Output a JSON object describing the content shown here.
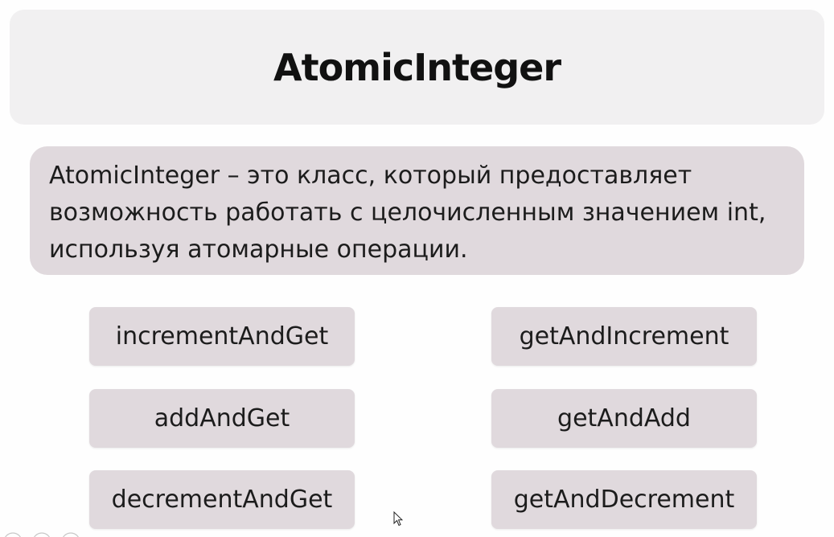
{
  "slide": {
    "title": "AtomicInteger",
    "description_lines": [
      "AtomicInteger – это класс, который предоставляет",
      "возможность работать с целочисленным значением int,",
      "используя атомарные операции."
    ],
    "methods": {
      "left": [
        "incrementAndGet",
        "addAndGet",
        "decrementAndGet"
      ],
      "right": [
        "getAndIncrement",
        "getAndAdd",
        "getAndDecrement"
      ]
    }
  },
  "colors": {
    "title_background": "#f1f0f1",
    "box_background": "#e0d9dd",
    "text": "#1c1c1c"
  },
  "icons": {
    "cursor": "mouse-pointer-icon"
  }
}
